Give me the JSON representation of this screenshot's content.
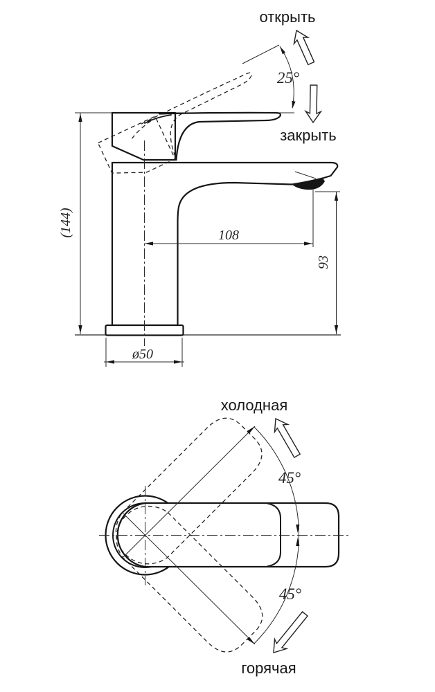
{
  "diagram": "faucet-technical-drawing",
  "colors": {
    "ink": "#161616",
    "background": "#ffffff"
  },
  "side_view": {
    "open_label": "открыть",
    "close_label": "закрыть",
    "handle_angle": "25°",
    "overall_height": "(144)",
    "spout_reach": "108",
    "spout_height": "93",
    "base_diameter": "ø50"
  },
  "top_view": {
    "cold_label": "холодная",
    "hot_label": "горячая",
    "cold_swing_angle": "45°",
    "hot_swing_angle": "45°"
  }
}
